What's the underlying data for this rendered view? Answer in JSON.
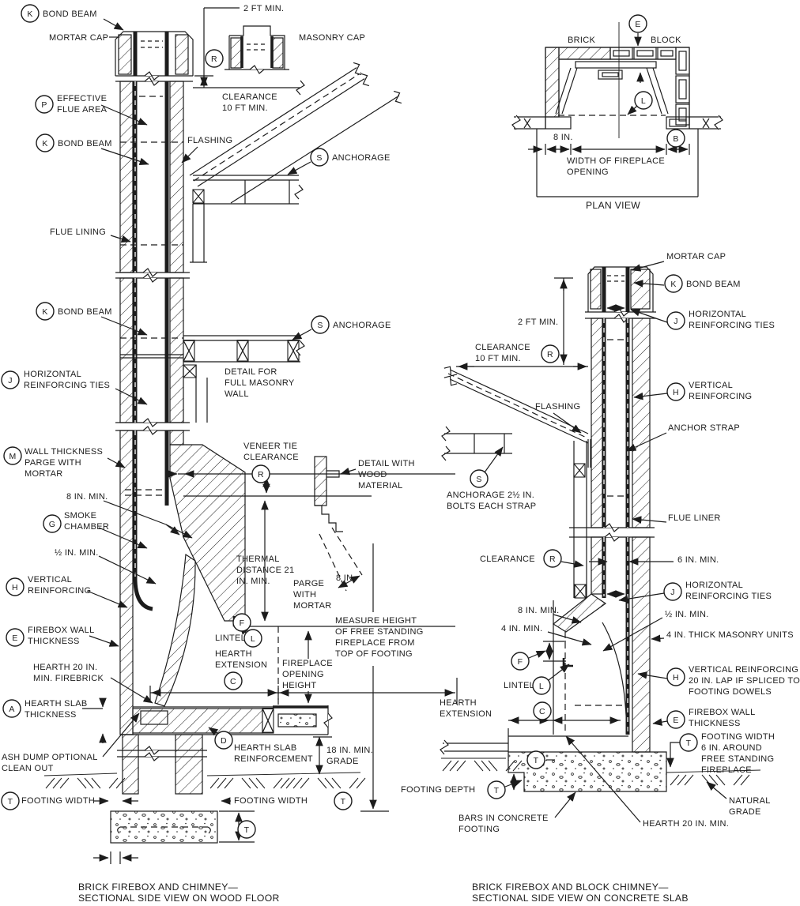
{
  "colors": {
    "ink": "#1c1c1c",
    "background": "#ffffff"
  },
  "refs": {
    "A": "A",
    "B": "B",
    "C": "C",
    "D": "D",
    "E": "E",
    "F": "F",
    "G": "G",
    "H": "H",
    "J": "J",
    "K": "K",
    "L": "L",
    "M": "M",
    "P": "P",
    "R": "R",
    "S": "S",
    "T": "T"
  },
  "left": {
    "bond_beam": "BOND BEAM",
    "mortar_cap": "MORTAR CAP",
    "two_ft": "2 FT MIN.",
    "masonry_cap": "MASONRY CAP",
    "effective_l1": "EFFECTIVE",
    "effective_l2": "FLUE AREA",
    "flashing": "FLASHING",
    "clearance_l1": "CLEARANCE",
    "clearance_l2": "10 FT MIN.",
    "anchorage": "ANCHORAGE",
    "flue_lining": "FLUE LINING",
    "horiz_l1": "HORIZONTAL",
    "horiz_l2": "REINFORCING TIES",
    "detail_masonry_l1": "DETAIL FOR",
    "detail_masonry_l2": "FULL MASONRY",
    "detail_masonry_l3": "WALL",
    "wall_thick_l1": "WALL THICKNESS",
    "wall_thick_l2": "PARGE WITH",
    "wall_thick_l3": "MORTAR",
    "eight_min": "8 IN. MIN.",
    "smoke_l1": "SMOKE",
    "smoke_l2": "CHAMBER",
    "half_min": "½ IN. MIN.",
    "vert_l1": "VERTICAL",
    "vert_l2": "REINFORCING",
    "firebox_l1": "FIREBOX WALL",
    "firebox_l2": "THICKNESS",
    "hearth20_l1": "HEARTH 20 IN.",
    "hearth20_l2": "MIN. FIREBRICK",
    "hearth_slab_l1": "HEARTH SLAB",
    "hearth_slab_l2": "THICKNESS",
    "ash_l1": "ASH DUMP OPTIONAL",
    "ash_l2": "CLEAN OUT",
    "footing_width": "FOOTING WIDTH",
    "veneer_l1": "VENEER TIE",
    "veneer_l2": "CLEARANCE",
    "detail_wood_l1": "DETAIL WITH",
    "detail_wood_l2": "WOOD",
    "detail_wood_l3": "MATERIAL",
    "thermal_l1": "THERMAL",
    "thermal_l2": "DISTANCE 21",
    "thermal_l3": "IN. MIN.",
    "parge_l1": "PARGE",
    "parge_l2": "WITH",
    "parge_l3": "MORTAR",
    "eight": "8 IN.",
    "lintel": "LINTEL",
    "hearth_ext_l1": "HEARTH",
    "hearth_ext_l2": "EXTENSION",
    "fireplace_l1": "FIREPLACE",
    "fireplace_l2": "OPENING",
    "fireplace_l3": "HEIGHT",
    "measure_l1": "MEASURE HEIGHT",
    "measure_l2": "OF FREE STANDING",
    "measure_l3": "FIREPLACE FROM",
    "measure_l4": "TOP OF FOOTING",
    "slab_reinf_l1": "HEARTH SLAB",
    "slab_reinf_l2": "REINFORCEMENT",
    "grade18_l1": "18 IN. MIN.",
    "grade18_l2": "GRADE",
    "caption_l1": "BRICK FIREBOX AND CHIMNEY—",
    "caption_l2": "SECTIONAL SIDE VIEW ON WOOD FLOOR"
  },
  "plan": {
    "brick": "BRICK",
    "block": "BLOCK",
    "dim_8in": "8 IN.",
    "width_l1": "WIDTH OF FIREPLACE",
    "width_l2": "OPENING",
    "caption": "PLAN VIEW"
  },
  "right": {
    "mortar_cap": "MORTAR CAP",
    "bond_beam": "BOND BEAM",
    "horiz_l1": "HORIZONTAL",
    "horiz_l2": "REINFORCING TIES",
    "two_ft": "2 FT MIN.",
    "clearance_l1": "CLEARANCE",
    "clearance_l2": "10 FT MIN.",
    "vert_l1": "VERTICAL",
    "vert_l2": "REINFORCING",
    "flashing": "FLASHING",
    "anchor_strap": "ANCHOR STRAP",
    "anchorage_l1": "ANCHORAGE 2½ IN.",
    "anchorage_l2": "BOLTS EACH STRAP",
    "flue_liner": "FLUE LINER",
    "clearance": "CLEARANCE",
    "six_min": "6 IN. MIN.",
    "eight_min": "8 IN. MIN.",
    "half_min": "½ IN. MIN.",
    "four_min": "4 IN. MIN.",
    "four_thick": "4 IN. THICK MASONRY UNITS",
    "lintel": "LINTEL",
    "vert20_l1": "VERTICAL REINFORCING",
    "vert20_l2": "20 IN. LAP IF SPLICED TO",
    "vert20_l3": "FOOTING DOWELS",
    "hearth_ext_l1": "HEARTH",
    "hearth_ext_l2": "EXTENSION",
    "firebox_l1": "FIREBOX WALL",
    "firebox_l2": "THICKNESS",
    "footing6_l1": "FOOTING WIDTH",
    "footing6_l2": "6 IN. AROUND",
    "footing6_l3": "FREE STANDING",
    "footing6_l4": "FIREPLACE",
    "footing_depth": "FOOTING DEPTH",
    "bars_l1": "BARS IN CONCRETE",
    "bars_l2": "FOOTING",
    "hearth20": "HEARTH 20 IN. MIN.",
    "natural_l1": "NATURAL",
    "natural_l2": "GRADE",
    "caption_l1": "BRICK FIREBOX AND BLOCK CHIMNEY—",
    "caption_l2": "SECTIONAL SIDE VIEW ON CONCRETE SLAB"
  }
}
